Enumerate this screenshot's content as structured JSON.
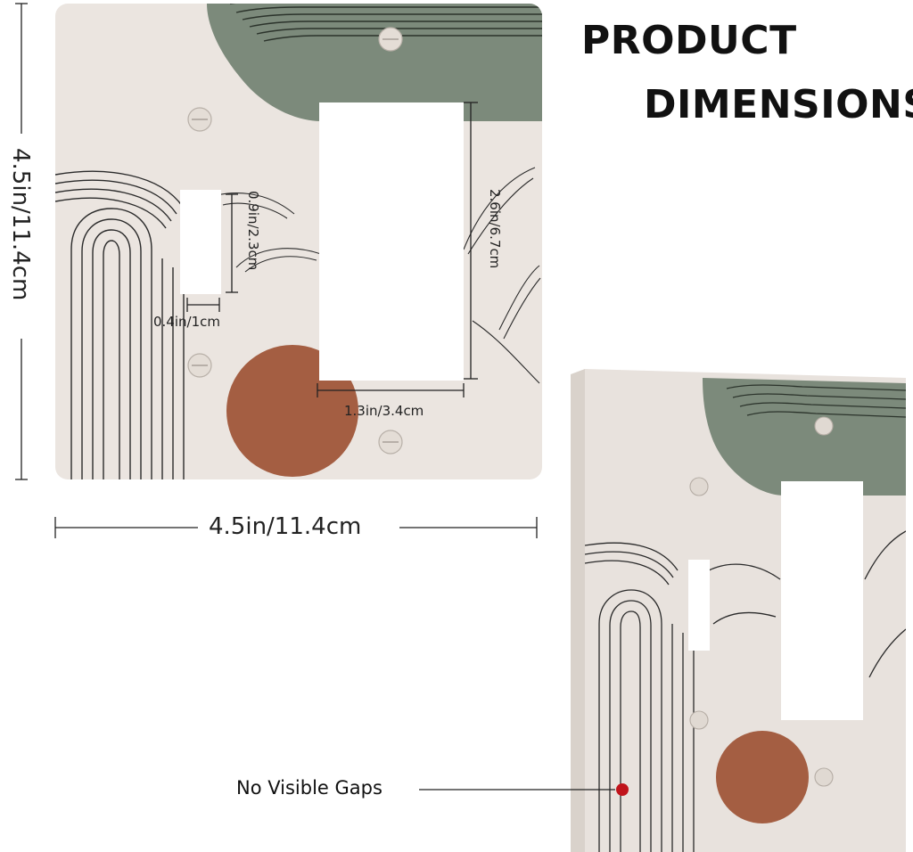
{
  "heading": {
    "line1": "PRODUCT",
    "line2": "DIMENSIONS"
  },
  "dimensions": {
    "plate_height": "4.5in/11.4cm",
    "plate_width": "4.5in/11.4cm",
    "toggle_height": "0.9in/2.3cm",
    "toggle_width": "0.4in/1cm",
    "rocker_height": "2.6in/6.7cm",
    "rocker_width": "1.3in/3.4cm"
  },
  "callout": {
    "label": "No Visible Gaps"
  },
  "colors": {
    "plate": "#ebe5e0",
    "sage": "#7c8a7b",
    "terracotta": "#a45e42",
    "line": "#2a2a2a",
    "callout_dot": "#c0141b"
  }
}
